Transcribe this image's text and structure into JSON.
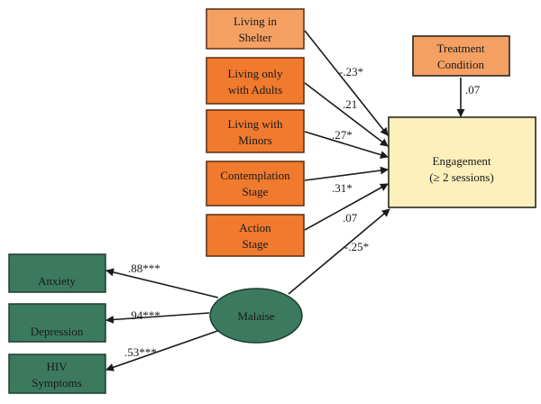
{
  "nodes": {
    "living_in_shelter": {
      "lines": [
        "Living in",
        "Shelter"
      ]
    },
    "living_only_with_adults": {
      "lines": [
        "Living only",
        "with Adults"
      ]
    },
    "living_with_minors": {
      "lines": [
        "Living with",
        "Minors"
      ]
    },
    "contemplation_stage": {
      "lines": [
        "Contemplation",
        "Stage"
      ]
    },
    "action_stage": {
      "lines": [
        "Action",
        "Stage"
      ]
    },
    "treatment_condition": {
      "lines": [
        "Treatment",
        "Condition"
      ]
    },
    "engagement": {
      "lines": [
        "Engagement",
        "(≥ 2 sessions)"
      ]
    },
    "malaise": {
      "label": "Malaise"
    },
    "anxiety": {
      "label": "Anxiety"
    },
    "depression": {
      "label": "Depression"
    },
    "hiv_symptoms": {
      "lines": [
        "HIV",
        "Symptoms"
      ]
    }
  },
  "coefficients": {
    "shelter": "-.23*",
    "adults": ".21",
    "minors": ".27*",
    "contemplation": ".31*",
    "action": ".07",
    "treatment": ".07",
    "malaise": "-.25*",
    "anxiety": ".88***",
    "depression": ".94***",
    "hiv": ".53***"
  },
  "colors": {
    "predictor_fill": "#f07a2e",
    "shelter_fill": "#f4a062",
    "treatment_fill": "#f4a062",
    "predictor_stroke": "#5a2c10",
    "engagement_fill": "#fdf0bb",
    "latent_fill": "#3c7a60",
    "latent_stroke": "#1d3d2f",
    "arrow": "#1a1a1a"
  }
}
